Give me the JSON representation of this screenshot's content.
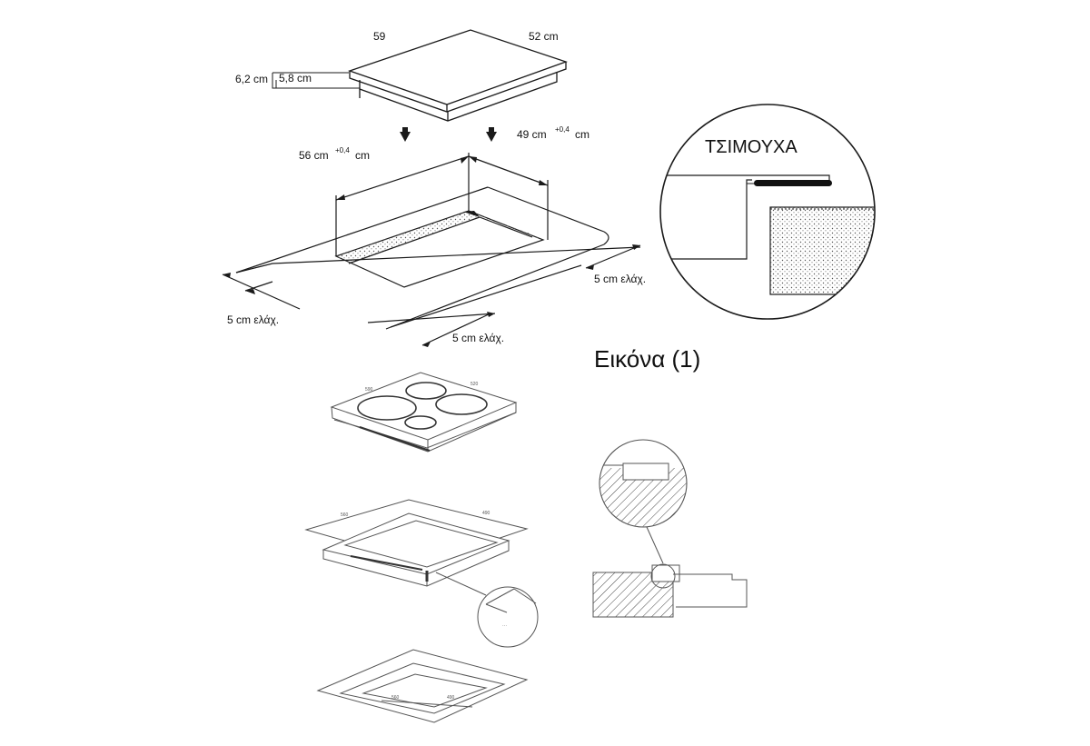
{
  "diagram": {
    "top_labels": {
      "width_59": "59",
      "width_52": "52 cm",
      "height_62": "6,2 cm",
      "height_58": "5,8 cm",
      "cut_56": "56 cm",
      "cut_56_tol": "+0,4",
      "cut_56_unit": "cm",
      "cut_49": "49 cm",
      "cut_49_tol": "+0,4",
      "cut_49_unit": "cm",
      "min_left": "5 cm ελάχ.",
      "min_front": "5 cm ελάχ.",
      "min_right": "5 cm ελάχ."
    },
    "detail_label": "ΤΣΙΜΟΥΧΑ",
    "figure_caption": "Εικόνα (1)",
    "small_dims": {
      "d1": "590",
      "d2": "520",
      "d3": "560",
      "d4": "490",
      "d5": "560",
      "d6": "490"
    }
  },
  "colors": {
    "line": "#1a1a1a",
    "light_line": "#555555",
    "seal": "#111111"
  }
}
